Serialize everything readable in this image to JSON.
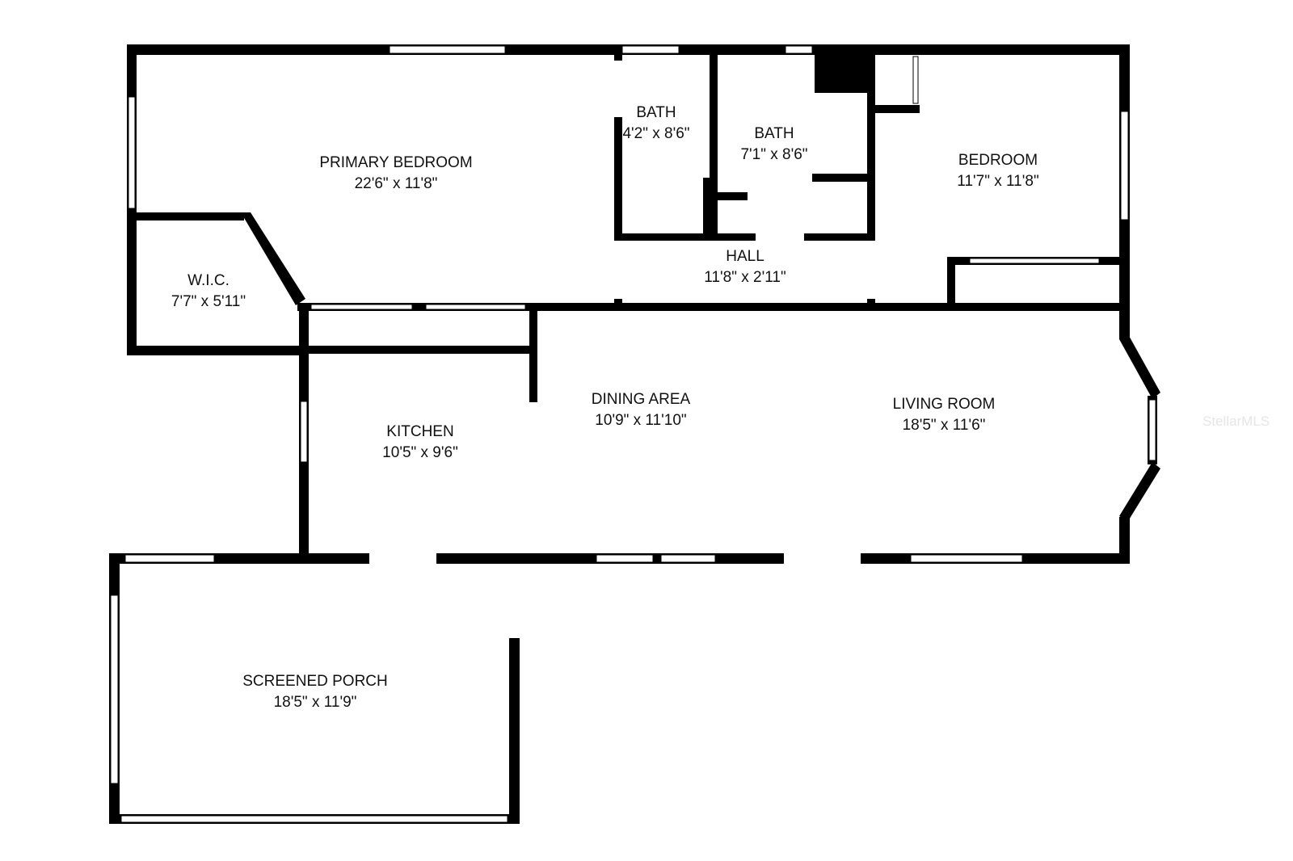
{
  "rooms": [
    {
      "name": "PRIMARY BEDROOM",
      "dims": "22'6\" x 11'8\""
    },
    {
      "name": "BATH",
      "dims": "4'2\" x 8'6\""
    },
    {
      "name": "BATH",
      "dims": "7'1\" x 8'6\""
    },
    {
      "name": "BEDROOM",
      "dims": "11'7\" x 11'8\""
    },
    {
      "name": "HALL",
      "dims": "11'8\" x 2'11\""
    },
    {
      "name": "W.I.C.",
      "dims": "7'7\" x 5'11\""
    },
    {
      "name": "KITCHEN",
      "dims": "10'5\" x 9'6\""
    },
    {
      "name": "DINING AREA",
      "dims": "10'9\" x 11'10\""
    },
    {
      "name": "LIVING ROOM",
      "dims": "18'5\" x 11'6\""
    },
    {
      "name": "SCREENED PORCH",
      "dims": "18'5\" x 11'9\""
    }
  ],
  "watermark": "StellarMLS",
  "colors": {
    "wall": "#000000",
    "background": "#ffffff"
  }
}
